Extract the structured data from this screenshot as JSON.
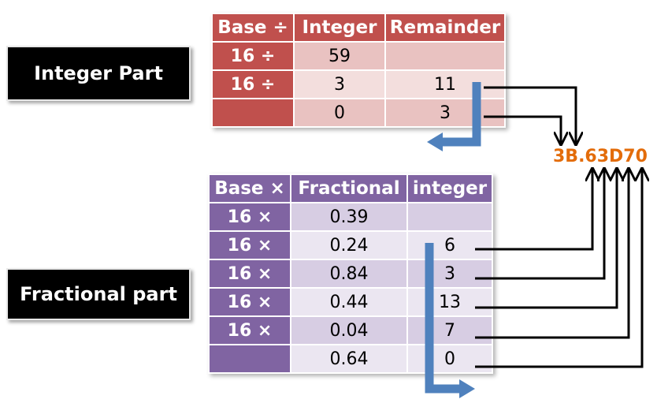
{
  "labels": {
    "integer_part": "Integer Part",
    "fractional_part": "Fractional part"
  },
  "integer_table": {
    "headers": [
      "Base ÷",
      "Integer",
      "Remainder"
    ],
    "rows": [
      [
        "16 ÷",
        "59",
        ""
      ],
      [
        "16 ÷",
        "3",
        "11"
      ],
      [
        "",
        "0",
        "3"
      ]
    ]
  },
  "fraction_table": {
    "headers": [
      "Base ×",
      "Fractional",
      "integer"
    ],
    "rows": [
      [
        "16 ×",
        "0.39",
        ""
      ],
      [
        "16 ×",
        "0.24",
        "6"
      ],
      [
        "16 ×",
        "0.84",
        "3"
      ],
      [
        "16 ×",
        "0.44",
        "13"
      ],
      [
        "16 ×",
        "0.04",
        "7"
      ],
      [
        "",
        "0.64",
        "0"
      ]
    ]
  },
  "result": "3B.63D70",
  "colors": {
    "integer_table": "#c0504d",
    "fraction_table": "#8064a2",
    "flow_arrow": "#4f81bd",
    "result": "#e36c0a"
  }
}
